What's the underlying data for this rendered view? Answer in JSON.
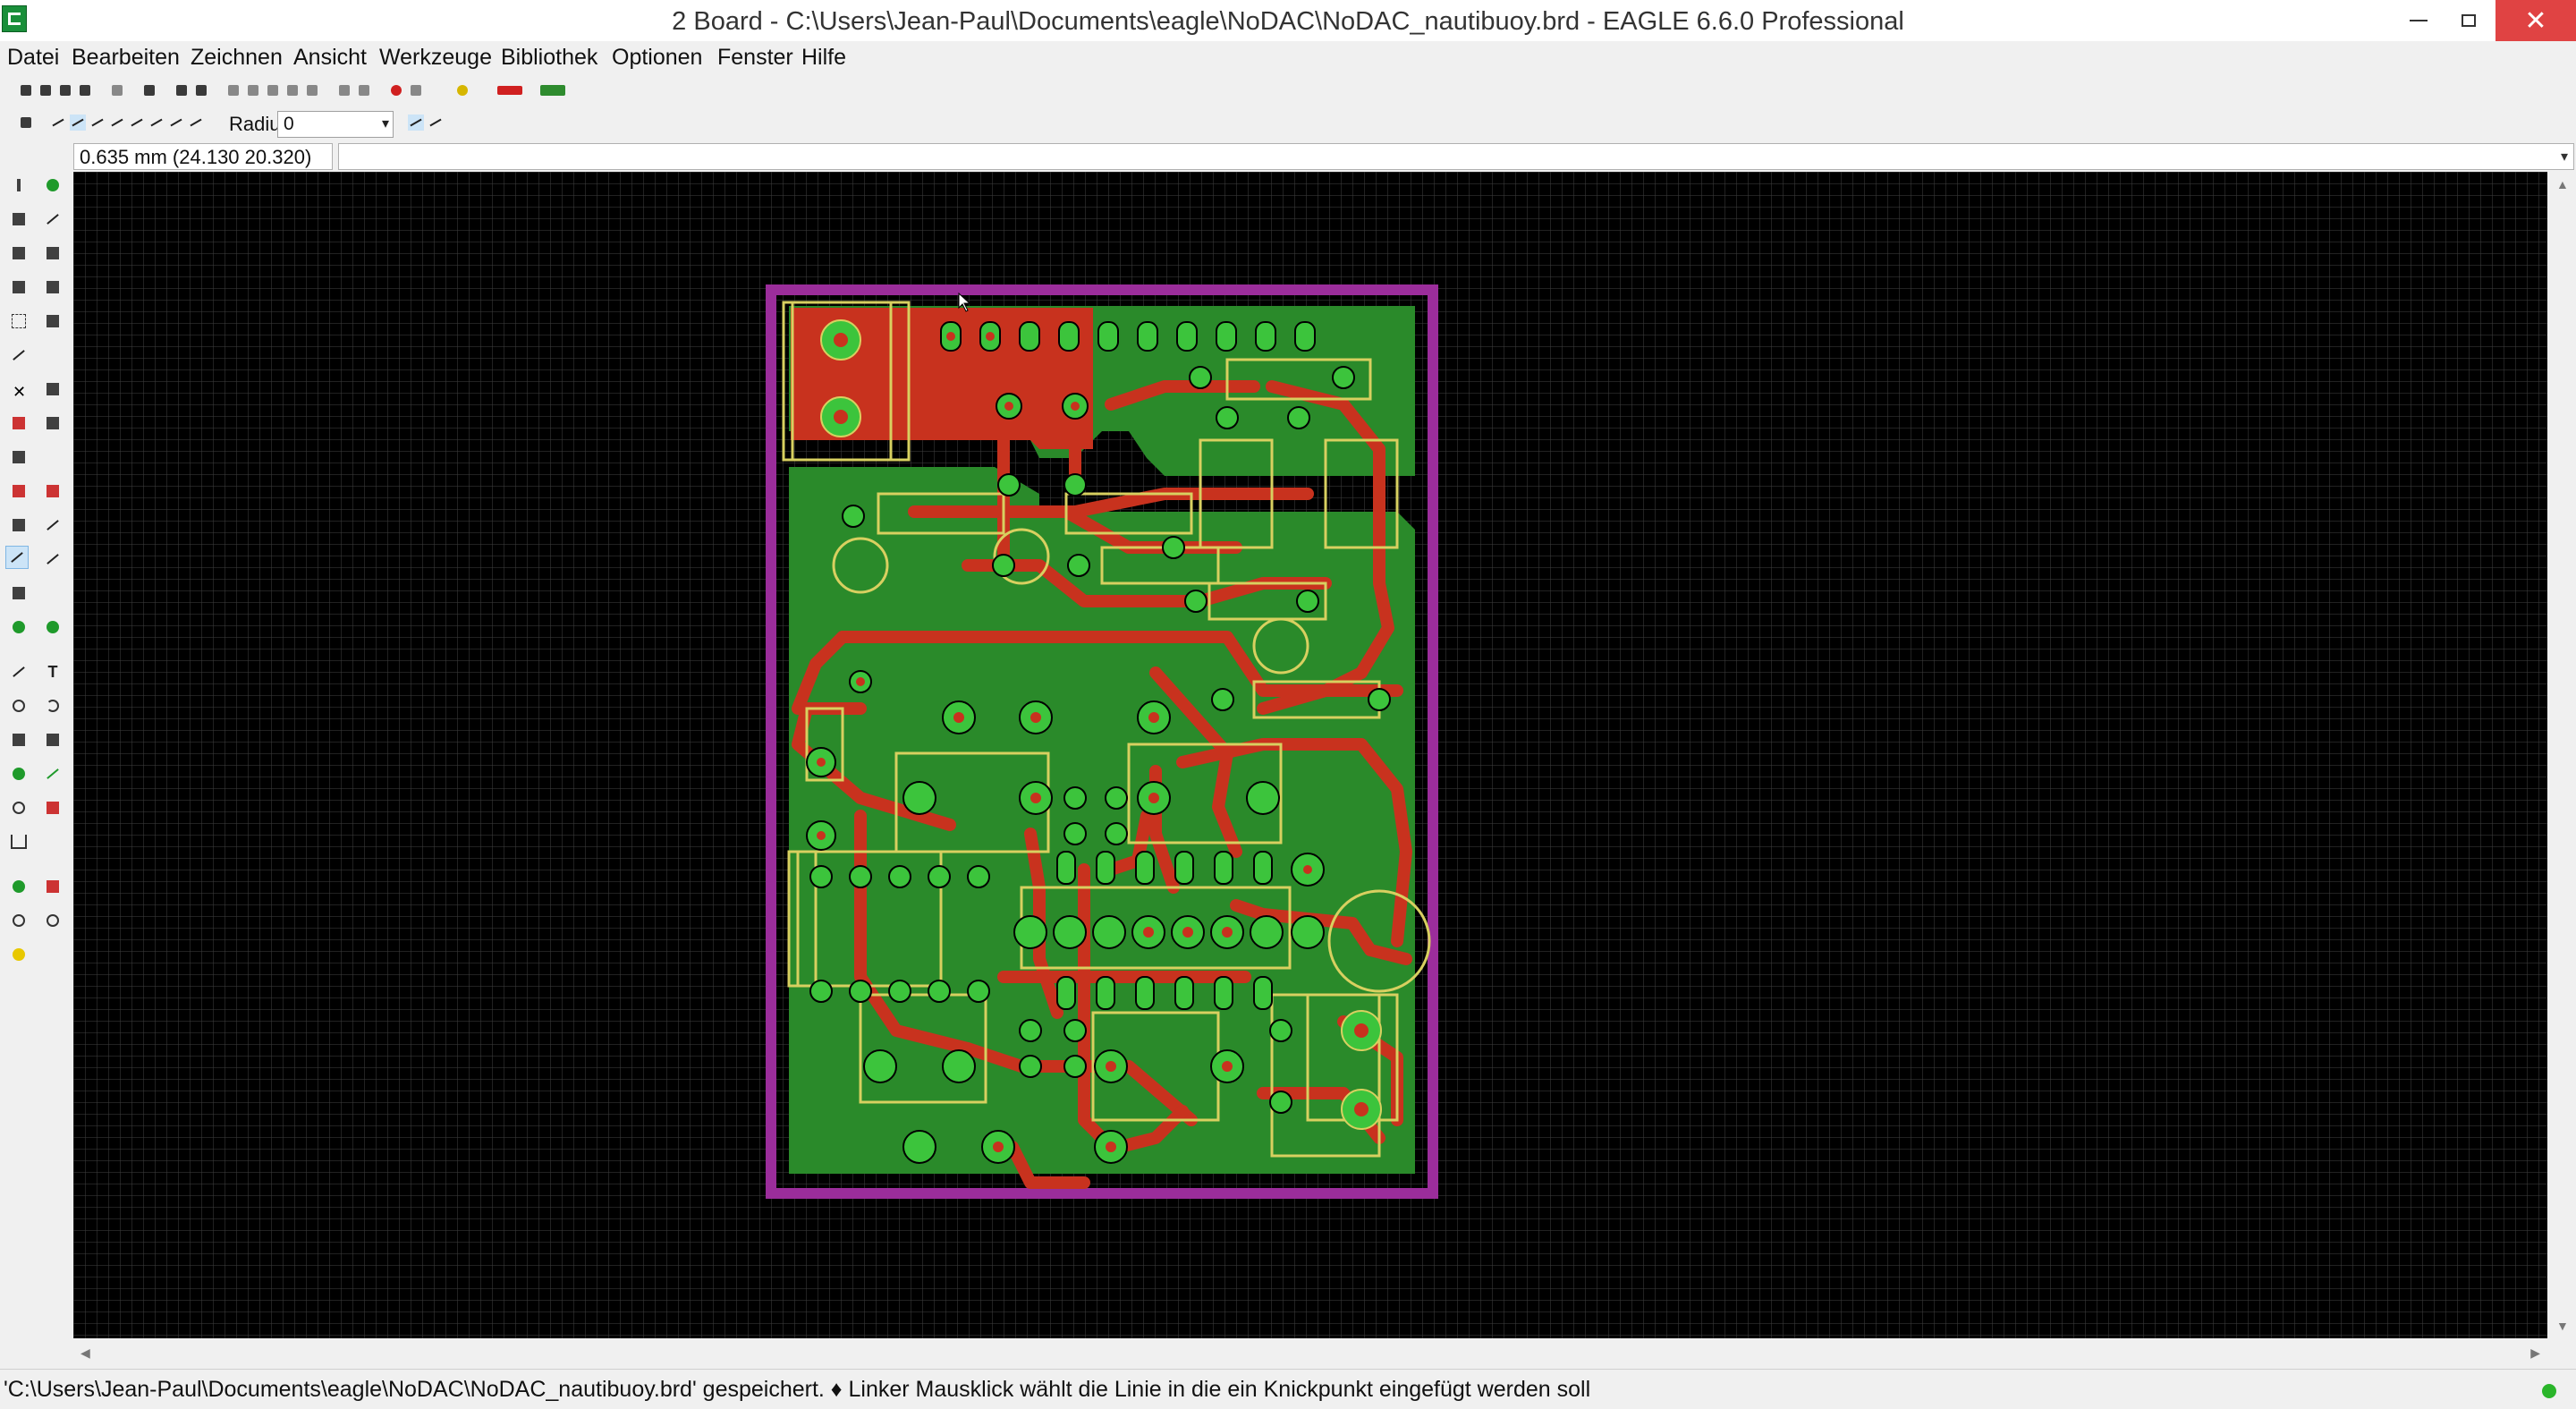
{
  "window": {
    "title": "2 Board - C:\\Users\\Jean-Paul\\Documents\\eagle\\NoDAC\\NoDAC_nautibuoy.brd - EAGLE 6.6.0 Professional"
  },
  "menu": {
    "items": [
      "Datei",
      "Bearbeiten",
      "Zeichnen",
      "Ansicht",
      "Werkzeuge",
      "Bibliothek",
      "Optionen",
      "Fenster",
      "Hilfe"
    ]
  },
  "toolbar2": {
    "radius_label": "Radius:",
    "radius_value": "0"
  },
  "command": {
    "coordinate": "0.635 mm (24.130 20.320)",
    "input_value": ""
  },
  "status": {
    "message": "'C:\\Users\\Jean-Paul\\Documents\\eagle\\NoDAC\\NoDAC_nautibuoy.brd' gespeichert.  ♦ Linker Mausklick wählt die Linie in die ein Knickpunkt eingefügt werden soll"
  },
  "board": {
    "outline_color": "#9b2d9b",
    "copper_color": "#2a8a2a",
    "trace_color": "#c8321e",
    "silkscreen_color": "#d8d060",
    "pad_color": "#3cc43c"
  }
}
